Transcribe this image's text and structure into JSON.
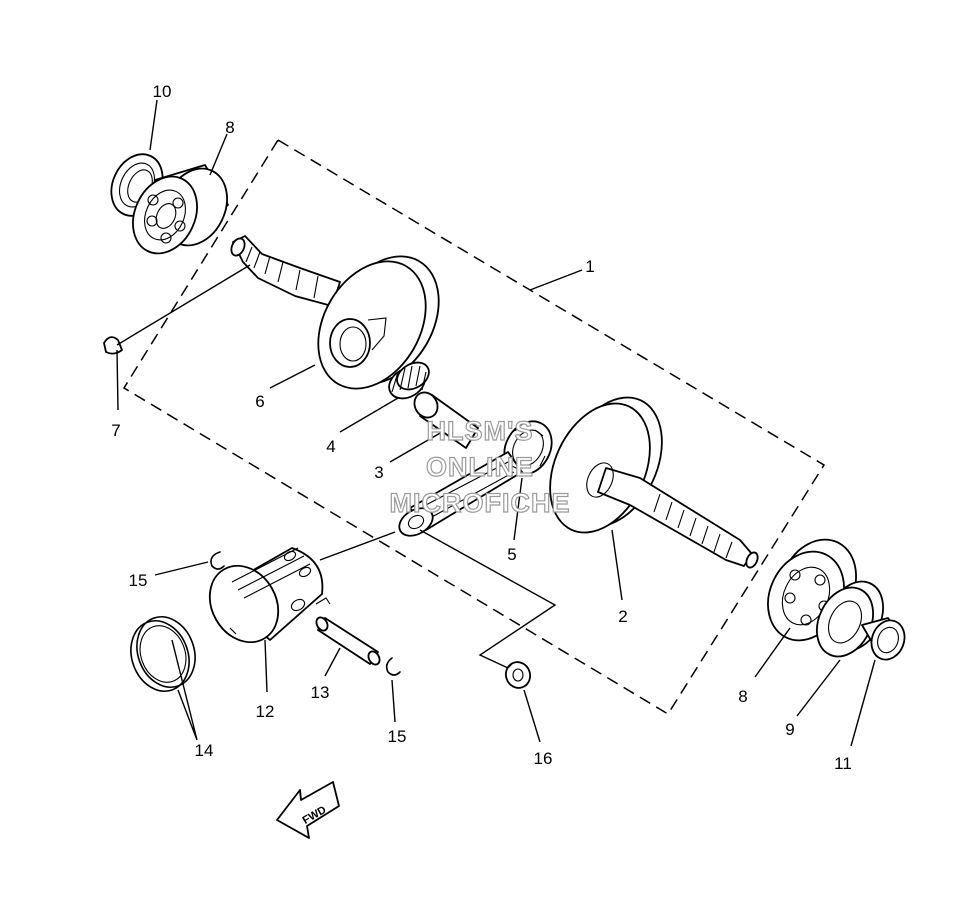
{
  "watermark": {
    "line1": "HLSM'S",
    "line2": "ONLINE",
    "line3": "MICROFICHE"
  },
  "fwd_label": "FWD",
  "callouts": [
    {
      "id": "c1",
      "text": "1"
    },
    {
      "id": "c2",
      "text": "2"
    },
    {
      "id": "c3",
      "text": "3"
    },
    {
      "id": "c4",
      "text": "4"
    },
    {
      "id": "c5",
      "text": "5"
    },
    {
      "id": "c6",
      "text": "6"
    },
    {
      "id": "c7",
      "text": "7"
    },
    {
      "id": "c8a",
      "text": "8"
    },
    {
      "id": "c8b",
      "text": "8"
    },
    {
      "id": "c9",
      "text": "9"
    },
    {
      "id": "c10",
      "text": "10"
    },
    {
      "id": "c11",
      "text": "11"
    },
    {
      "id": "c12",
      "text": "12"
    },
    {
      "id": "c13",
      "text": "13"
    },
    {
      "id": "c14",
      "text": "14"
    },
    {
      "id": "c15a",
      "text": "15"
    },
    {
      "id": "c15b",
      "text": "15"
    },
    {
      "id": "c16",
      "text": "16"
    }
  ]
}
